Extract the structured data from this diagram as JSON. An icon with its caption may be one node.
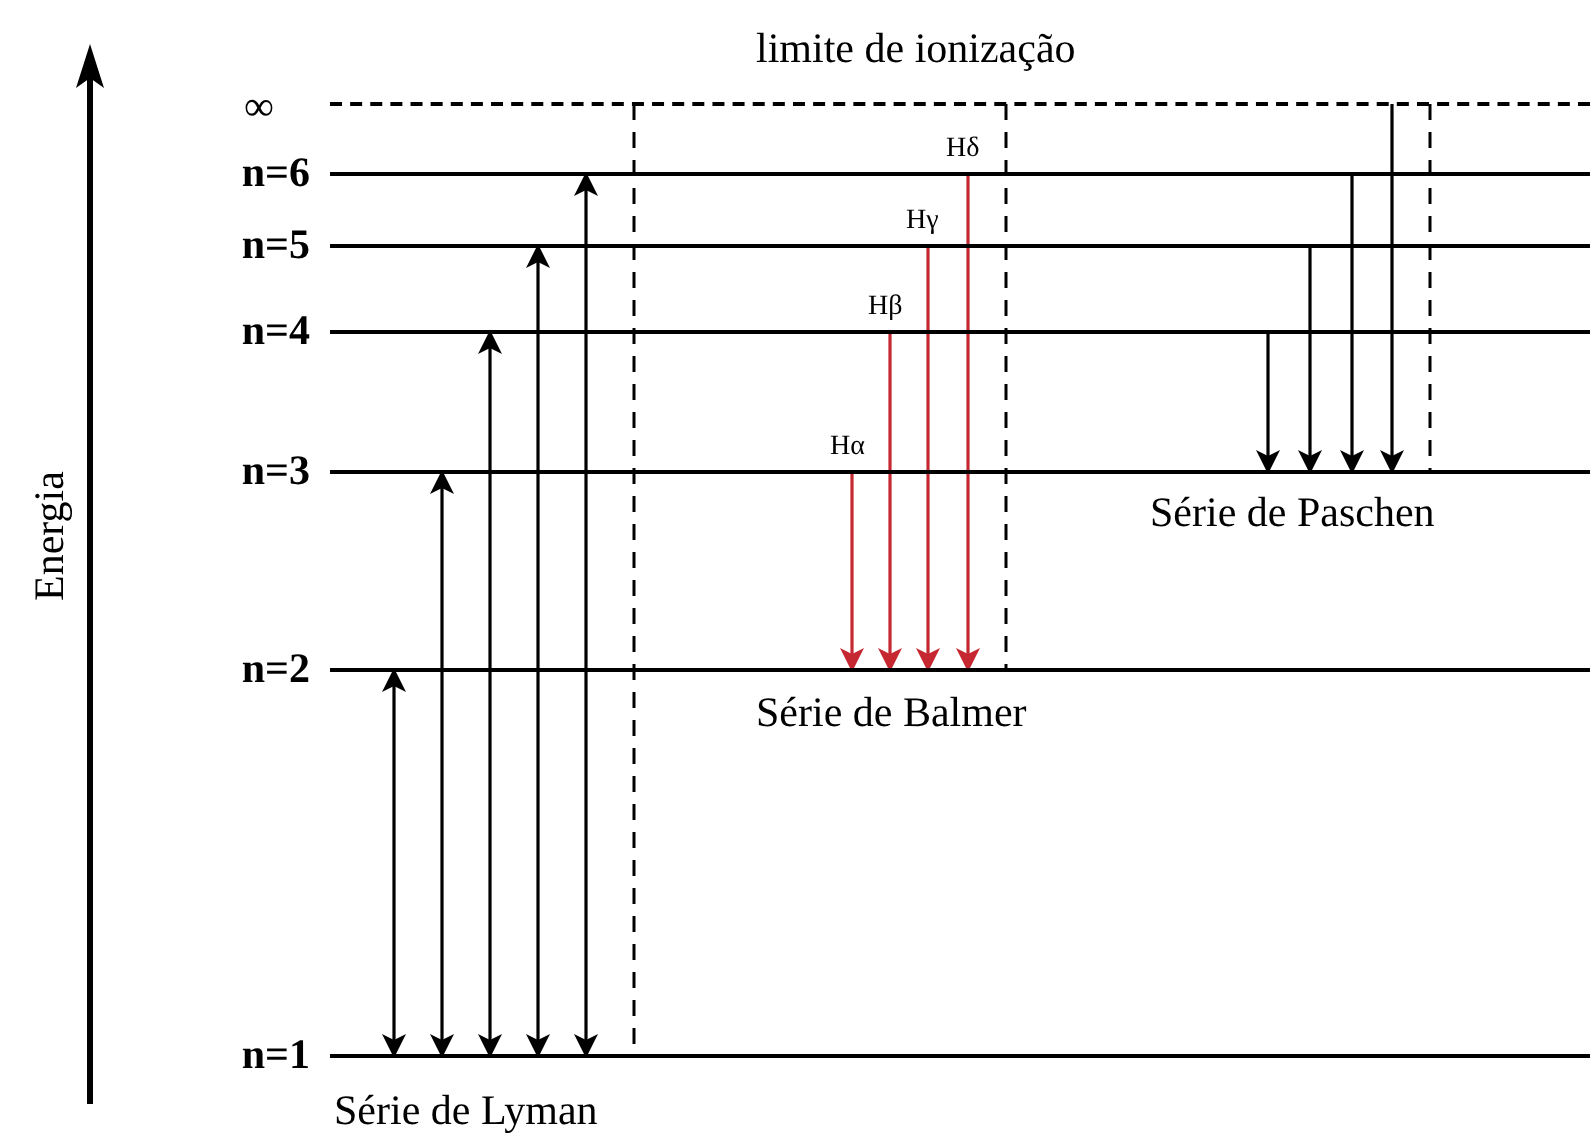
{
  "diagram": {
    "nodes": [
      {
        "text": [
          "∞"
        ]
      },
      {
        "text": [
          "n=6"
        ]
      },
      {
        "text": [
          "n=5"
        ]
      },
      {
        "text": [
          "n=4"
        ]
      },
      {
        "text": [
          "n=3"
        ]
      },
      {
        "text": [
          "n=2"
        ]
      },
      {
        "text": [
          "n=1"
        ]
      }
    ],
    "edges": [
      {
        "from": 6,
        "to": 5,
        "arrow": "both"
      },
      {
        "from": 6,
        "to": 4,
        "arrow": "both"
      },
      {
        "from": 6,
        "to": 3,
        "arrow": "both"
      },
      {
        "from": 6,
        "to": 2,
        "arrow": "both"
      },
      {
        "from": 6,
        "to": 1,
        "arrow": "both"
      },
      {
        "from": 4,
        "to": 5,
        "arrow": "to",
        "label": "Hα",
        "color": "#c62832"
      },
      {
        "from": 3,
        "to": 5,
        "arrow": "to",
        "label": "Hβ",
        "color": "#c62832"
      },
      {
        "from": 2,
        "to": 5,
        "arrow": "to",
        "label": "Hγ",
        "color": "#c62832"
      },
      {
        "from": 1,
        "to": 5,
        "arrow": "to",
        "label": "Hδ",
        "color": "#c62832"
      },
      {
        "from": 3,
        "to": 4,
        "arrow": "to"
      },
      {
        "from": 2,
        "to": 4,
        "arrow": "to"
      },
      {
        "from": 1,
        "to": 4,
        "arrow": "to"
      },
      {
        "from": 0,
        "to": 4,
        "arrow": "to"
      }
    ],
    "labels": [
      "limite de ionização",
      "Energia",
      "Série de Paschen",
      "Série de Balmer",
      "Série de Lyman"
    ]
  }
}
